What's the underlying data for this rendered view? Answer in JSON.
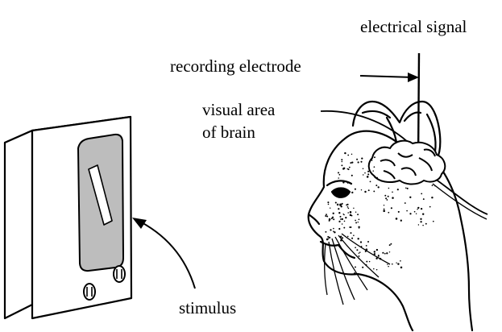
{
  "labels": {
    "electrical_signal": "electrical signal",
    "recording_electrode": "recording electrode",
    "visual_area_line1": "visual area",
    "visual_area_line2": "of brain",
    "stimulus": "stimulus"
  },
  "colors": {
    "ink": "#000000",
    "paper": "#ffffff",
    "screen": "#bdbdbd",
    "brain": "#ffffff"
  }
}
